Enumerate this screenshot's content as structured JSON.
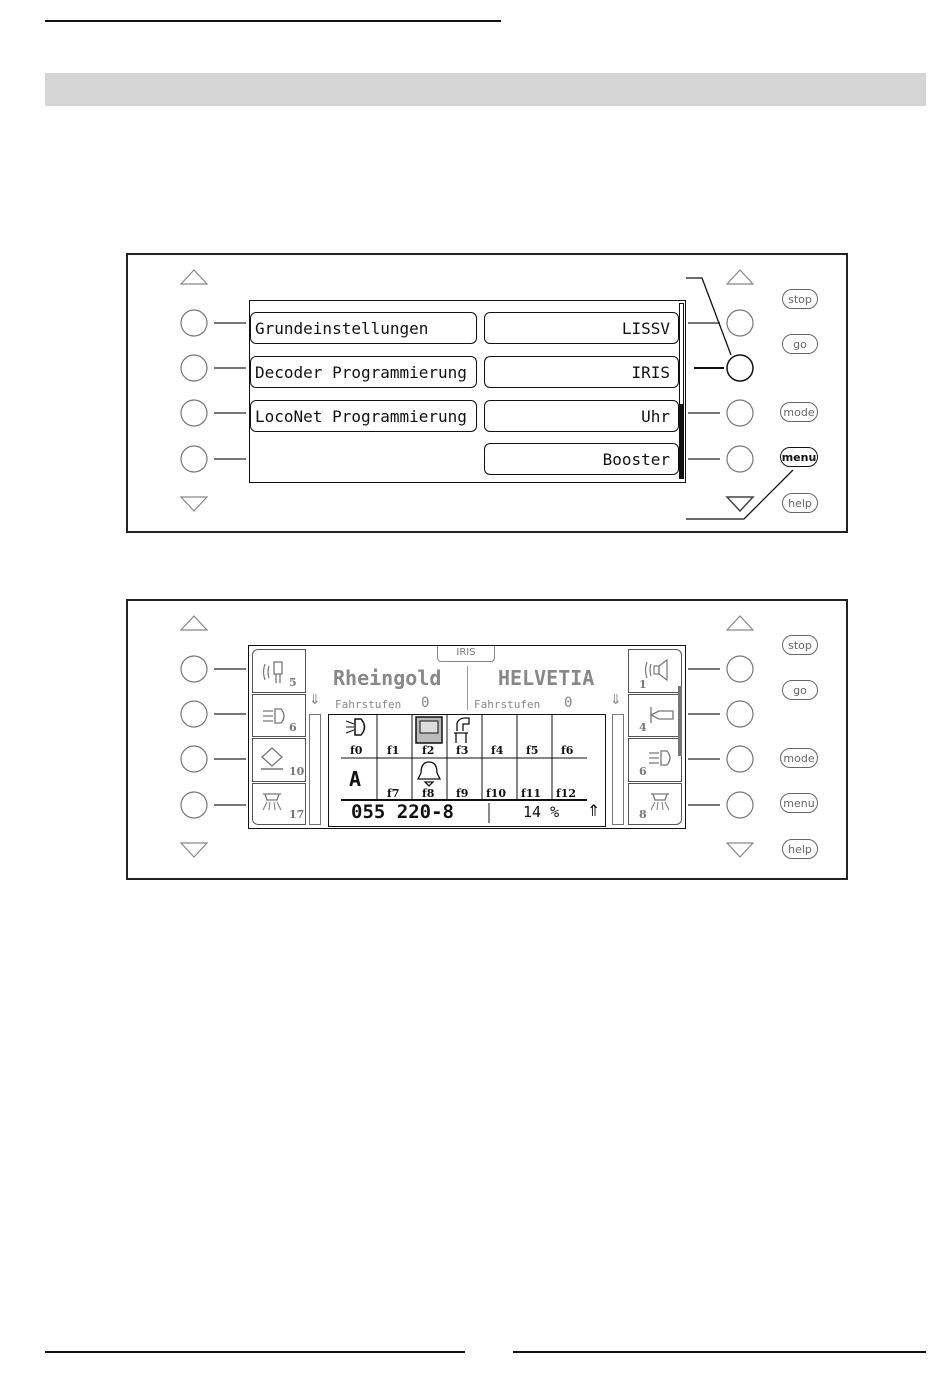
{
  "panel1": {
    "menu_left": [
      "Grundeinstellungen",
      "Decoder Programmierung",
      "LocoNet Programmierung"
    ],
    "menu_right": [
      "LISSV",
      "IRIS",
      "Uhr",
      "Booster"
    ],
    "buttons": {
      "stop": "stop",
      "go": "go",
      "mode": "mode",
      "menu": "menu",
      "help": "help"
    }
  },
  "panel2": {
    "tab_label": "IRIS",
    "left_loco": {
      "name": "Rheingold",
      "steps_label": "Fahrstufen",
      "steps_value": "0"
    },
    "right_loco": {
      "name": "HELVETIA",
      "steps_label": "Fahrstufen",
      "steps_value": "0"
    },
    "left_slots": [
      "5",
      "6",
      "10",
      "17"
    ],
    "right_slots": [
      "1",
      "4",
      "6",
      "8"
    ],
    "functions_row1": [
      "f0",
      "f1",
      "f2",
      "f3",
      "f4",
      "f5",
      "f6"
    ],
    "functions_row2": [
      "f7",
      "f8",
      "f9",
      "f10",
      "f11",
      "f12"
    ],
    "mode_letter": "A",
    "loco_number": "055 220-8",
    "speed": "14 %",
    "buttons": {
      "stop": "stop",
      "go": "go",
      "mode": "mode",
      "menu": "menu",
      "help": "help"
    }
  }
}
